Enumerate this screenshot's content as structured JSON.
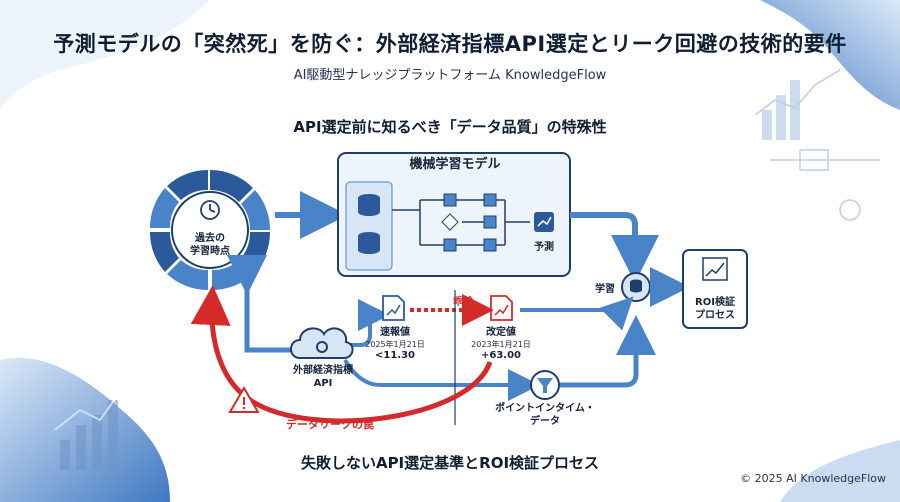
{
  "header": {
    "title": "予測モデルの「突然死」を防ぐ：外部経済指標API選定とリーク回避の技術的要件",
    "subtitle": "AI駆動型ナレッジプラットフォーム KnowledgeFlow"
  },
  "section_heading": "API選定前に知るべき「データ品質」の特殊性",
  "diagram": {
    "past_point": "過去の\n学習時点",
    "ml_model": "機械学習モデル",
    "prediction": "予測",
    "training": "学習",
    "roi": "ROI検証\nプロセス",
    "api": "外部経済指標\nAPI",
    "preliminary": {
      "label": "速報値",
      "date": "2025年1月21日",
      "value": "<11.30"
    },
    "revised": {
      "label": "改定値",
      "date": "2023年1月21日",
      "value": "+63.00"
    },
    "divergence": "乖離",
    "pit": "ポイントインタイム・\nデータ",
    "leak_trap": "データリークの罠"
  },
  "bottom_heading": "失敗しないAPI選定基準とROI検証プロセス",
  "copyright": "© 2025 AI KnowledgeFlow",
  "colors": {
    "accent": "#4a84c8",
    "dark": "#2a5a99",
    "warning": "#d42a2a",
    "text": "#0f1e33"
  }
}
